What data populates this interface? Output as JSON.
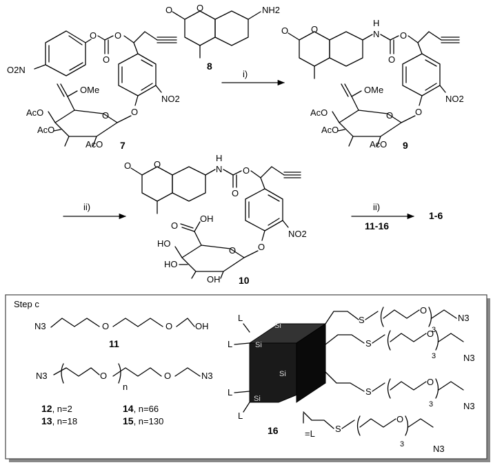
{
  "labels": {
    "nh2": "NH2",
    "o2n": "O2N",
    "no2": "NO2",
    "ome": "OMe",
    "aco": "AcO",
    "oh": "OH",
    "ho": "HO",
    "h": "H",
    "n": "N",
    "o": "O",
    "s": "S",
    "si": "Si",
    "l": "L",
    "n3": "N3",
    "sub3": "3",
    "subn": "n",
    "eq_l": "=L",
    "step_c": "Step c"
  },
  "arrows": {
    "step1": "i)",
    "step2": "ii)",
    "step3_top": "ii)",
    "step3_bottom": "11-16"
  },
  "compounds": {
    "c7": "7",
    "c8": "8",
    "c9": "9",
    "c10": "10",
    "product": "1-6",
    "c11": "11",
    "c12": "12",
    "c13": "13",
    "c14": "14",
    "c15": "15",
    "c16": "16"
  },
  "peg_variants": {
    "c12": ", n=2",
    "c13": ", n=18",
    "c14": ", n=66",
    "c15": ", n=130"
  }
}
